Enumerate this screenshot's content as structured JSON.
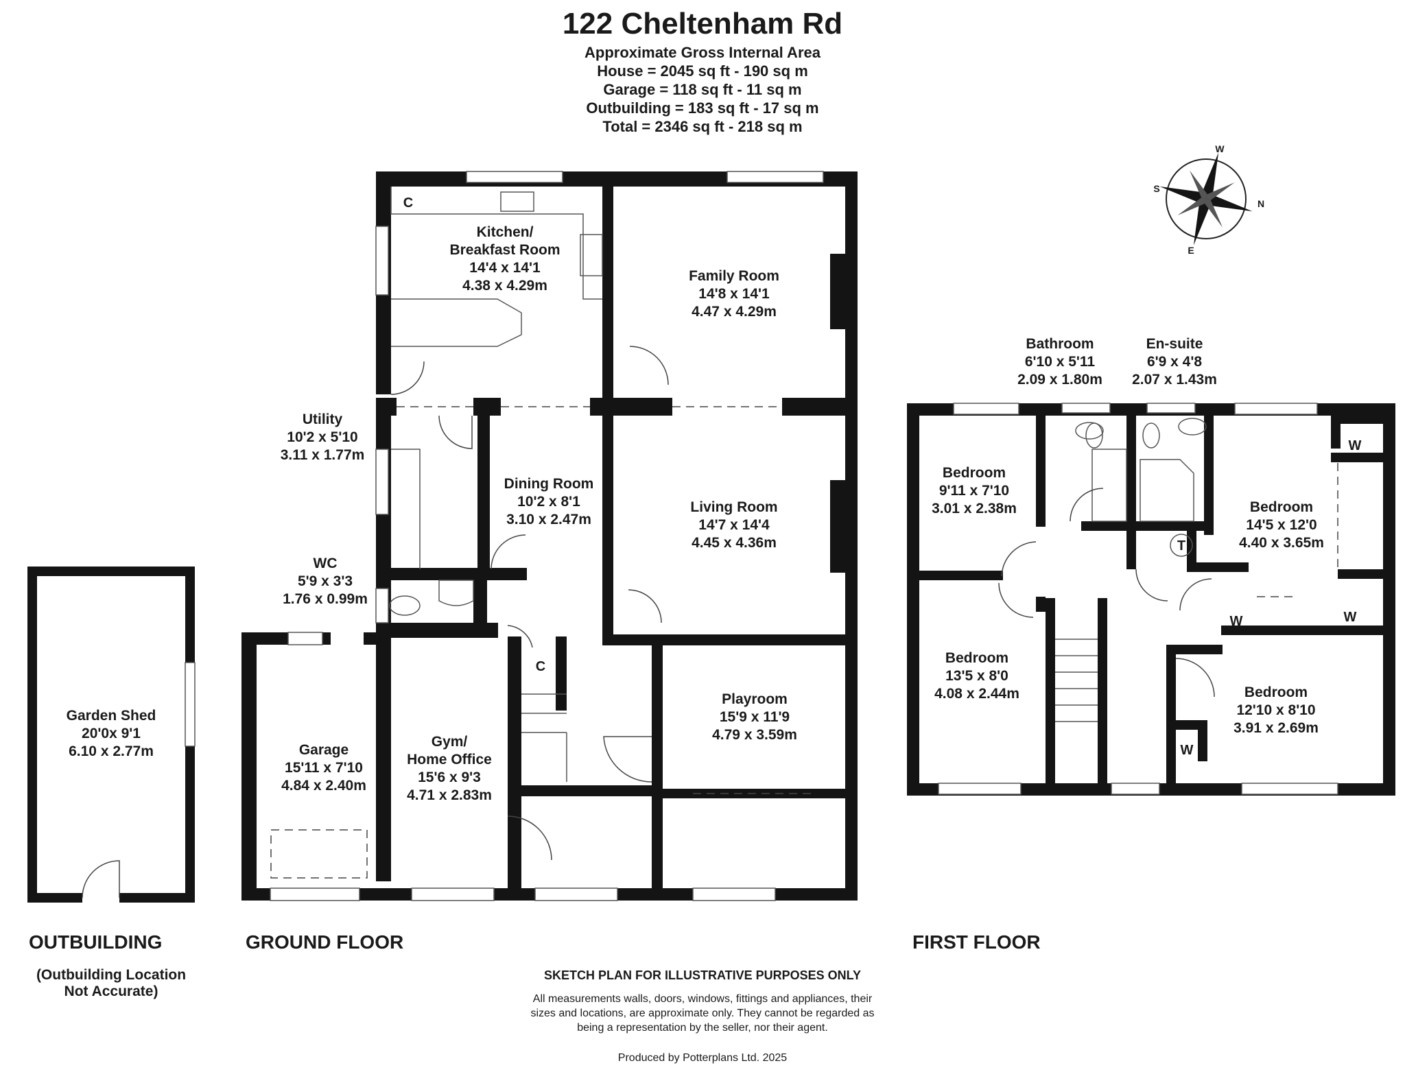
{
  "header": {
    "title": "122 Cheltenham Rd",
    "lines": [
      "Approximate Gross Internal Area",
      "House = 2045 sq ft - 190 sq m",
      "Garage = 118 sq ft - 11 sq m",
      "Outbuilding = 183 sq ft - 17 sq m",
      "Total = 2346 sq ft - 218 sq m"
    ]
  },
  "rooms": {
    "kitchen": {
      "name": "Kitchen/",
      "name2": "Breakfast Room",
      "imperial": "14'4 x 14'1",
      "metric": "4.38 x 4.29m"
    },
    "family": {
      "name": "Family Room",
      "imperial": "14'8 x 14'1",
      "metric": "4.47 x 4.29m"
    },
    "utility": {
      "name": "Utility",
      "imperial": "10'2 x 5'10",
      "metric": "3.11 x 1.77m"
    },
    "dining": {
      "name": "Dining Room",
      "imperial": "10'2 x 8'1",
      "metric": "3.10 x 2.47m"
    },
    "living": {
      "name": "Living Room",
      "imperial": "14'7 x 14'4",
      "metric": "4.45 x 4.36m"
    },
    "wc": {
      "name": "WC",
      "imperial": "5'9 x 3'3",
      "metric": "1.76 x 0.99m"
    },
    "garage": {
      "name": "Garage",
      "imperial": "15'11 x 7'10",
      "metric": "4.84 x 2.40m"
    },
    "gym": {
      "name": "Gym/",
      "name2": "Home Office",
      "imperial": "15'6 x 9'3",
      "metric": "4.71 x 2.83m"
    },
    "playroom": {
      "name": "Playroom",
      "imperial": "15'9 x 11'9",
      "metric": "4.79 x 3.59m"
    },
    "shed": {
      "name": "Garden Shed",
      "imperial": "20'0x 9'1",
      "metric": "6.10 x 2.77m"
    },
    "bathroom": {
      "name": "Bathroom",
      "imperial": "6'10 x 5'11",
      "metric": "2.09 x 1.80m"
    },
    "ensuite": {
      "name": "En-suite",
      "imperial": "6'9 x 4'8",
      "metric": "2.07 x 1.43m"
    },
    "bed1": {
      "name": "Bedroom",
      "imperial": "9'11 x 7'10",
      "metric": "3.01 x 2.38m"
    },
    "bed2": {
      "name": "Bedroom",
      "imperial": "14'5 x 12'0",
      "metric": "4.40 x 3.65m"
    },
    "bed3": {
      "name": "Bedroom",
      "imperial": "13'5 x 8'0",
      "metric": "4.08 x 2.44m"
    },
    "bed4": {
      "name": "Bedroom",
      "imperial": "12'10 x 8'10",
      "metric": "3.91 x 2.69m"
    }
  },
  "markers": {
    "cupboard": "C",
    "wardrobe": "W",
    "tank": "T"
  },
  "compass": {
    "n": "N",
    "s": "S",
    "e": "E",
    "w": "W"
  },
  "floors": {
    "outbuilding": "OUTBUILDING",
    "outbuilding_note1": "(Outbuilding Location",
    "outbuilding_note2": "Not Accurate)",
    "ground": "GROUND FLOOR",
    "first": "FIRST FLOOR"
  },
  "footer": {
    "heading": "SKETCH PLAN FOR ILLUSTRATIVE PURPOSES ONLY",
    "disclaimer1": "All measurements walls, doors, windows, fittings and appliances, their",
    "disclaimer2": "sizes and locations, are approximate only. They cannot be regarded as",
    "disclaimer3": "being a representation by the seller, nor their agent.",
    "produced": "Produced by Potterplans Ltd. 2025"
  },
  "colors": {
    "wall": "#141414",
    "line": "#555555",
    "text": "#1a1a1a"
  }
}
